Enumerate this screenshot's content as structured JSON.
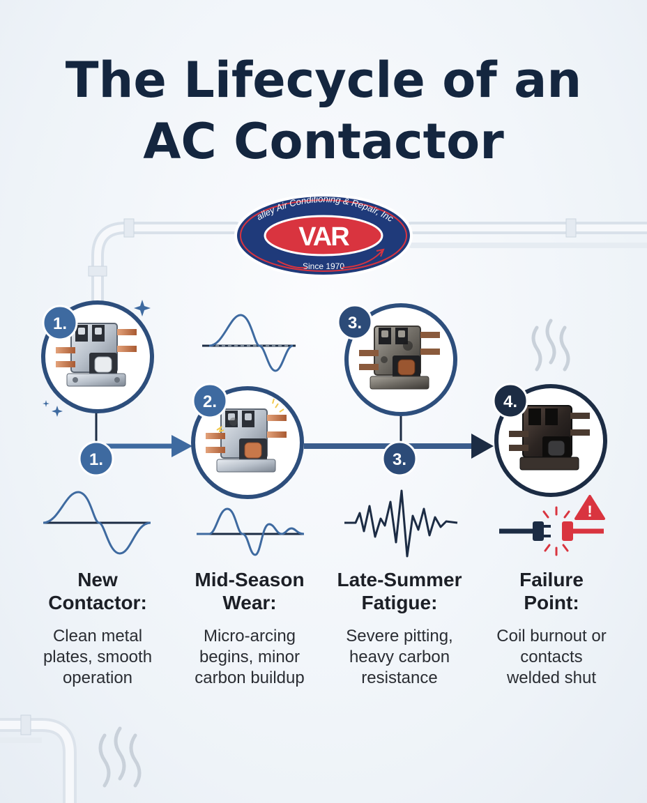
{
  "title": {
    "line1": "The Lifecycle of an",
    "line2": "AC Contactor"
  },
  "logo": {
    "company": "Valley Air Conditioning & Repair, Inc.",
    "mark": "VAR",
    "since": "Since 1970"
  },
  "stages": [
    {
      "number": "1.",
      "arrow_label": "1.",
      "heading_l1": "New",
      "heading_l2": "Contactor:",
      "desc_l1": "Clean metal",
      "desc_l2": "plates, smooth",
      "desc_l3": "operation"
    },
    {
      "number": "2.",
      "heading_l1": "Mid-Season",
      "heading_l2": "Wear:",
      "desc_l1": "Micro-arcing",
      "desc_l2": "begins, minor",
      "desc_l3": "carbon buildup"
    },
    {
      "number": "3.",
      "arrow_label": "3.",
      "heading_l1": "Late-Summer",
      "heading_l2": "Fatigue:",
      "desc_l1": "Severe pitting,",
      "desc_l2": "heavy carbon",
      "desc_l3": "resistance"
    },
    {
      "number": "4.",
      "heading_l1": "Failure",
      "heading_l2": "Point:",
      "desc_l1": "Coil burnout or",
      "desc_l2": "contacts",
      "desc_l3": "welded shut"
    }
  ],
  "colors": {
    "navy": "#14263f",
    "blue": "#3e6aa0",
    "red": "#d9343f",
    "copper": "#c8784a",
    "pipe": "#dfe6ee"
  }
}
